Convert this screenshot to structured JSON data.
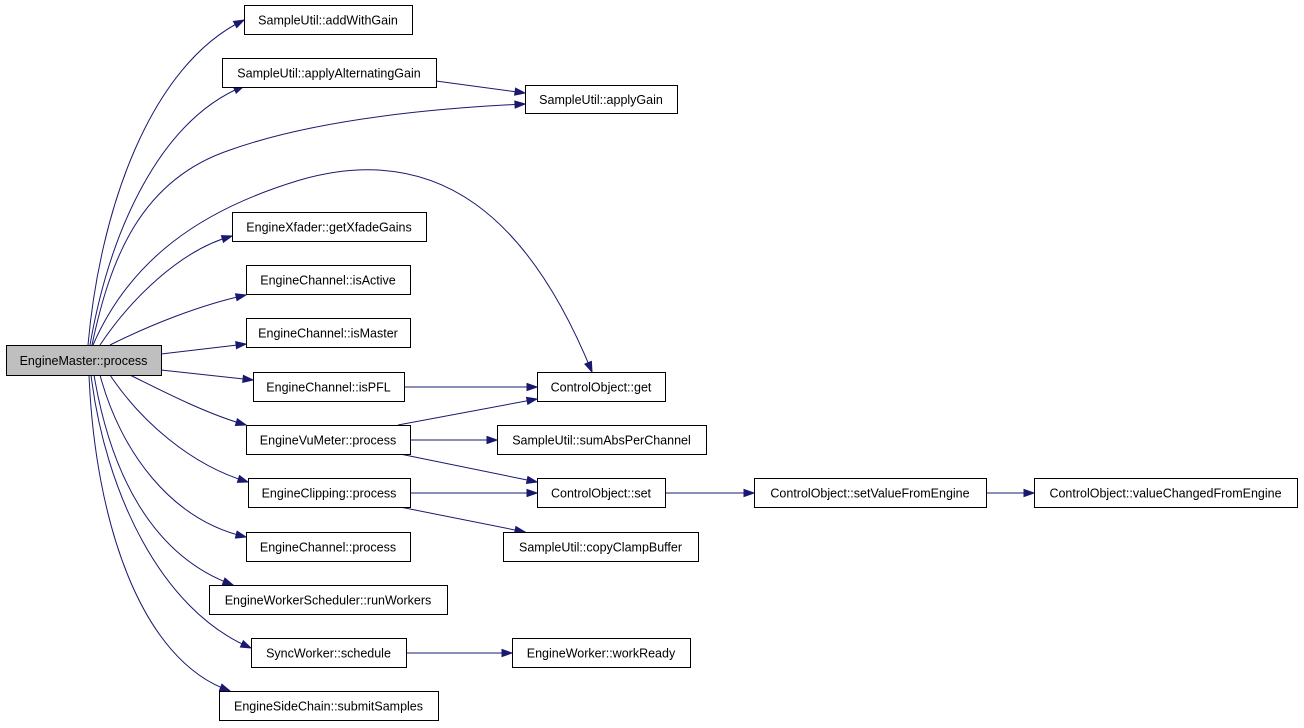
{
  "nodes": [
    {
      "id": "n0",
      "label": "EngineMaster::process",
      "root": true
    },
    {
      "id": "n1",
      "label": "SampleUtil::addWithGain"
    },
    {
      "id": "n2",
      "label": "SampleUtil::applyAlternatingGain"
    },
    {
      "id": "n3",
      "label": "SampleUtil::applyGain"
    },
    {
      "id": "n4",
      "label": "EngineXfader::getXfadeGains"
    },
    {
      "id": "n5",
      "label": "EngineChannel::isActive"
    },
    {
      "id": "n6",
      "label": "EngineChannel::isMaster"
    },
    {
      "id": "n7",
      "label": "EngineChannel::isPFL"
    },
    {
      "id": "n8",
      "label": "ControlObject::get"
    },
    {
      "id": "n9",
      "label": "EngineVuMeter::process"
    },
    {
      "id": "n10",
      "label": "SampleUtil::sumAbsPerChannel"
    },
    {
      "id": "n11",
      "label": "EngineClipping::process"
    },
    {
      "id": "n12",
      "label": "ControlObject::set"
    },
    {
      "id": "n13",
      "label": "ControlObject::setValueFromEngine"
    },
    {
      "id": "n14",
      "label": "ControlObject::valueChangedFromEngine"
    },
    {
      "id": "n15",
      "label": "SampleUtil::copyClampBuffer"
    },
    {
      "id": "n16",
      "label": "EngineChannel::process"
    },
    {
      "id": "n17",
      "label": "EngineWorkerScheduler::runWorkers"
    },
    {
      "id": "n18",
      "label": "SyncWorker::schedule"
    },
    {
      "id": "n19",
      "label": "EngineWorker::workReady"
    },
    {
      "id": "n20",
      "label": "EngineSideChain::submitSamples"
    }
  ],
  "edges": [
    {
      "from": "n0",
      "to": "n1"
    },
    {
      "from": "n0",
      "to": "n2"
    },
    {
      "from": "n0",
      "to": "n3"
    },
    {
      "from": "n0",
      "to": "n8"
    },
    {
      "from": "n0",
      "to": "n4"
    },
    {
      "from": "n0",
      "to": "n5"
    },
    {
      "from": "n0",
      "to": "n6"
    },
    {
      "from": "n0",
      "to": "n7"
    },
    {
      "from": "n0",
      "to": "n9"
    },
    {
      "from": "n0",
      "to": "n11"
    },
    {
      "from": "n0",
      "to": "n16"
    },
    {
      "from": "n0",
      "to": "n17"
    },
    {
      "from": "n0",
      "to": "n18"
    },
    {
      "from": "n0",
      "to": "n20"
    },
    {
      "from": "n2",
      "to": "n3"
    },
    {
      "from": "n7",
      "to": "n8"
    },
    {
      "from": "n9",
      "to": "n8"
    },
    {
      "from": "n9",
      "to": "n10"
    },
    {
      "from": "n9",
      "to": "n12"
    },
    {
      "from": "n11",
      "to": "n12"
    },
    {
      "from": "n11",
      "to": "n15"
    },
    {
      "from": "n12",
      "to": "n13"
    },
    {
      "from": "n13",
      "to": "n14"
    },
    {
      "from": "n18",
      "to": "n19"
    }
  ],
  "colors": {
    "edge": "#191970",
    "node_fill": "#ffffff",
    "root_fill": "#bfbfbf",
    "node_border": "#000000"
  }
}
